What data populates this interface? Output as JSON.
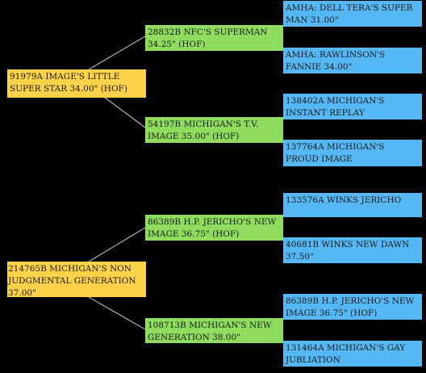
{
  "pedigrees": [
    {
      "sire": "91979A IMAGE'S LITTLE SUPER STAR 34.00\" (HOF)",
      "parents": [
        {
          "name": "28832B NFC'S SUPERMAN 34.25\" (HOF)",
          "grandparents": [
            "AMHA: DELL TERA'S SUPER MAN 31.00\"",
            "AMHA: RAWLINSON'S FANNIE 34.00\""
          ]
        },
        {
          "name": "54197B MICHIGAN'S T.V. IMAGE 35.00\" (HOF)",
          "grandparents": [
            "138402A MICHIGAN'S INSTANT REPLAY",
            "137764A MICHIGAN'S PROUD IMAGE"
          ]
        }
      ]
    },
    {
      "sire": "214765B MICHIGAN'S NON JUDGMENTAL GENERATION 37.00\"",
      "parents": [
        {
          "name": "86389B H.P. JERICHO'S NEW IMAGE 36.75\" (HOF)",
          "grandparents": [
            "133576A WINKS JERICHO",
            "40681B WINKS NEW DAWN 37.50\""
          ]
        },
        {
          "name": "108713B MICHIGAN'S NEW GENERATION 38.00\"",
          "grandparents": [
            "86389B H.P. JERICHO'S NEW IMAGE 36.75\" (HOF)",
            "131464A MICHIGAN'S GAY JUBLIATION"
          ]
        }
      ]
    }
  ],
  "colors": {
    "background": "#000000",
    "generation1": "#fcd24a",
    "generation2": "#8fdc5e",
    "generation3": "#55b7f3",
    "connector": "#d8d8d8"
  }
}
